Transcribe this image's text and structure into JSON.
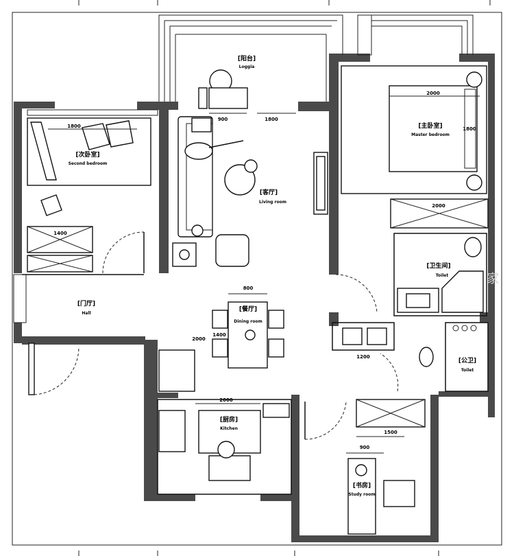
{
  "plan": {
    "rooms": {
      "loggia": {
        "zh": "[阳台]",
        "en": "Loggia"
      },
      "second_bedroom": {
        "zh": "[次卧室]",
        "en": "Second bedroom"
      },
      "living_room": {
        "zh": "[客厅]",
        "en": "Living room"
      },
      "master_bedroom": {
        "zh": "[主卧室]",
        "en": "Master bedroom"
      },
      "master_toilet": {
        "zh": "[卫生间]",
        "en": "Toilet"
      },
      "hall": {
        "zh": "[门厅]",
        "en": "Hall"
      },
      "dining_room": {
        "zh": "[餐厅]",
        "en": "Dining room"
      },
      "toilet": {
        "zh": "[公卫]",
        "en": "Toilet"
      },
      "kitchen": {
        "zh": "[厨房]",
        "en": "Kitchen"
      },
      "study_room": {
        "zh": "[书房]",
        "en": "Study room"
      }
    },
    "dimensions": {
      "loggia_table": "900",
      "living_width": "1800",
      "bed_second": "1800",
      "master_bed": "2000",
      "master_bed_side": "1800",
      "dining_table": "800",
      "dining_side": "1400",
      "hall_depth": "2000",
      "kitchen_width": "2000",
      "wardrobe_master": "2000",
      "wardrobe_second": "1400",
      "vanity": "1200",
      "study_desk": "1500",
      "study_side": "900"
    },
    "watermark": "家"
  }
}
